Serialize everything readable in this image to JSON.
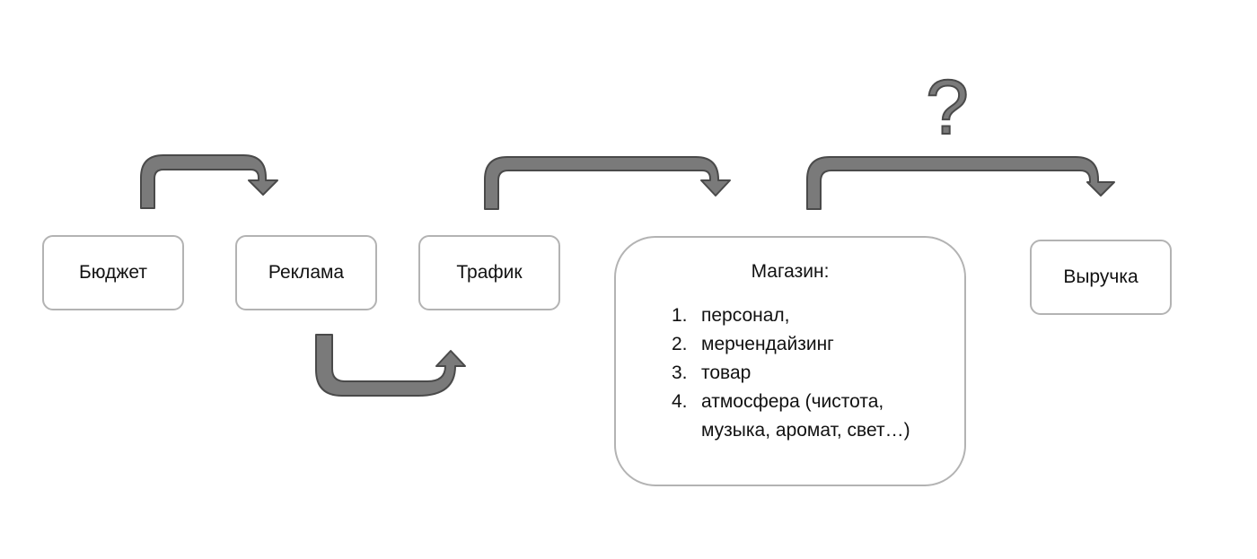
{
  "colors": {
    "arrow_fill": "#7a7a7a",
    "arrow_stroke": "#4a4a4a",
    "box_border": "#b3b3b3",
    "text": "#111111"
  },
  "nodes": {
    "budget": "Бюджет",
    "ads": "Реклама",
    "traffic": "Трафик",
    "store_title": "Магазин:",
    "revenue": "Выручка"
  },
  "store_items": [
    {
      "num": "1.",
      "text": "персонал,"
    },
    {
      "num": "2.",
      "text": "мерчендайзинг"
    },
    {
      "num": "3.",
      "text": "товар"
    },
    {
      "num": "4.",
      "text": "атмосфера (чистота, музыка, аромат, свет…)"
    }
  ],
  "annotations": {
    "question": "?"
  },
  "arrows": [
    {
      "from": "budget",
      "to": "ads",
      "icon": "bent-arrow-icon"
    },
    {
      "from": "ads",
      "to": "traffic",
      "icon": "bent-arrow-icon"
    },
    {
      "from": "traffic",
      "to": "store",
      "icon": "bent-arrow-icon"
    },
    {
      "from": "store",
      "to": "revenue",
      "icon": "bent-arrow-icon"
    }
  ]
}
